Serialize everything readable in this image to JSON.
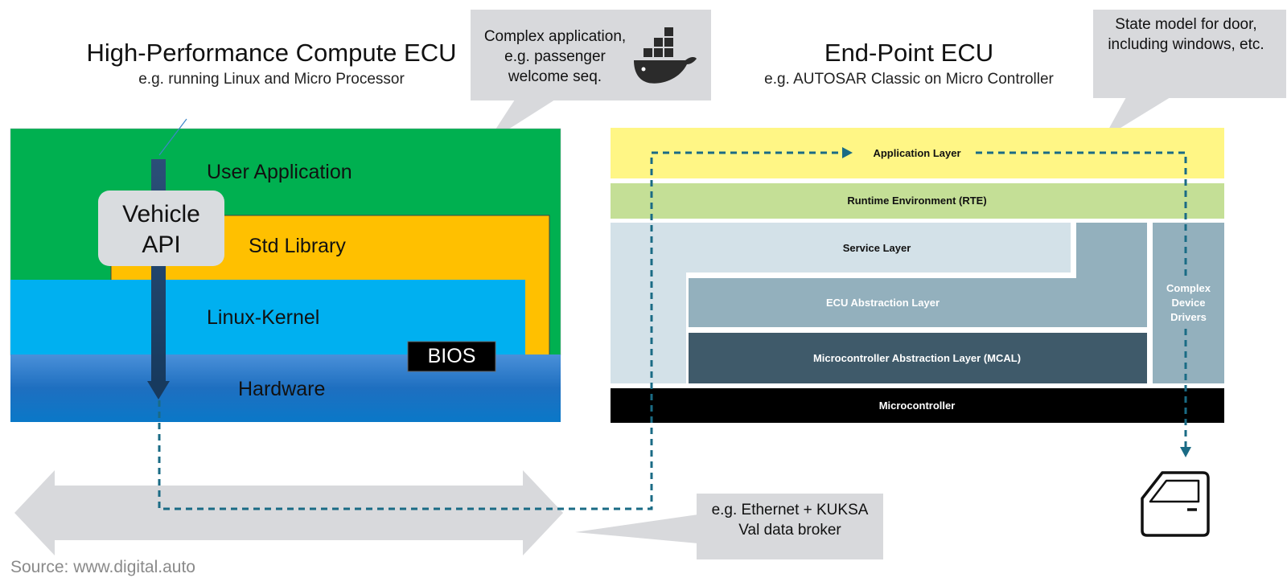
{
  "hpc": {
    "title": "High-Performance Compute ECU",
    "subtitle": "e.g. running Linux and Micro Processor",
    "layers": {
      "user_application": "User Application",
      "std_library": "Std Library",
      "linux_kernel": "Linux-Kernel",
      "hardware": "Hardware",
      "bios": "BIOS"
    },
    "vehicle_api": "Vehicle API",
    "colors": {
      "user_application": "#00b050",
      "std_library": "#ffc000",
      "linux_kernel": "#00b0f0",
      "hardware": "#1f78c8",
      "bios": "#000000"
    }
  },
  "endpoint": {
    "title": "End-Point ECU",
    "subtitle": "e.g. AUTOSAR Classic on Micro Controller",
    "layers": {
      "application": "Application Layer",
      "rte": "Runtime Environment (RTE)",
      "service": "Service Layer",
      "ecu_abstraction": "ECU Abstraction Layer",
      "mcal": "Microcontroller Abstraction Layer (MCAL)",
      "complex_drivers": "Complex Device Drivers",
      "microcontroller": "Microcontroller"
    },
    "colors": {
      "application": "#fff685",
      "rte": "#c4df96",
      "service": "#d3e1e8",
      "ecu_abstraction": "#93b0bd",
      "mcal": "#3f5a6a",
      "microcontroller": "#000000"
    }
  },
  "callouts": {
    "complex_app": "Complex application, e.g. passenger welcome seq.",
    "state_model": "State model for door, including windows, etc.",
    "ethernet": "e.g. Ethernet + KUKSA Val data broker"
  },
  "icons": {
    "container": "docker-whale-icon",
    "door": "car-door-icon"
  },
  "source": "Source: www.digital.auto",
  "accent_color": "#1a6b85"
}
